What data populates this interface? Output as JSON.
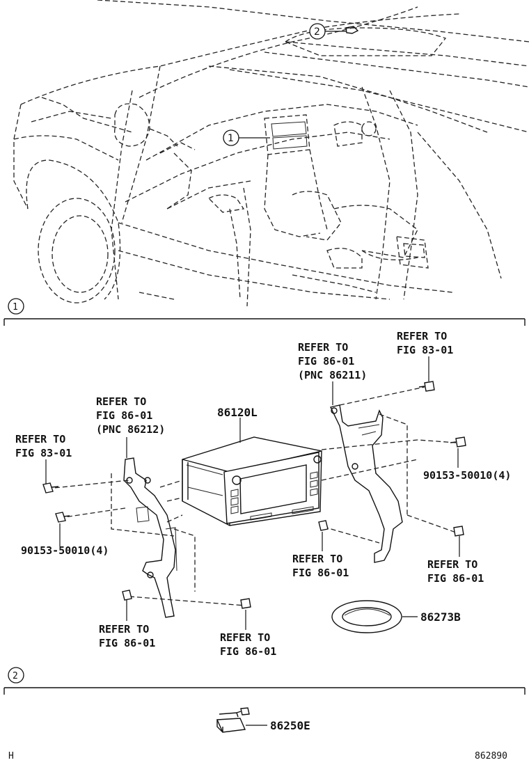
{
  "overview": {
    "callouts": [
      "2",
      "1"
    ]
  },
  "section1": {
    "marker": "1",
    "parts": {
      "main_unit": "86120L",
      "bezel_ring": "86273B",
      "screw_left": "90153-50010(4)",
      "screw_right": "90153-50010(4)"
    },
    "refs": {
      "ref_top_mid": [
        "REFER TO",
        "FIG 86-01",
        "(PNC 86211)"
      ],
      "ref_top_right": [
        "REFER TO",
        "FIG 83-01"
      ],
      "ref_left_bracket": [
        "REFER TO",
        "FIG 86-01",
        "(PNC 86212)"
      ],
      "ref_left_screw": [
        "REFER TO",
        "FIG 83-01"
      ],
      "ref_mid_lower": [
        "REFER TO",
        "FIG 86-01"
      ],
      "ref_right_lower": [
        "REFER TO",
        "FIG 86-01"
      ],
      "ref_bottom_left": [
        "REFER TO",
        "FIG 86-01"
      ],
      "ref_bottom_mid": [
        "REFER TO",
        "FIG 86-01"
      ]
    }
  },
  "section2": {
    "marker": "2",
    "parts": {
      "sensor": "86250E"
    }
  },
  "footer": {
    "left_code": "H",
    "figure_number": "862890"
  }
}
